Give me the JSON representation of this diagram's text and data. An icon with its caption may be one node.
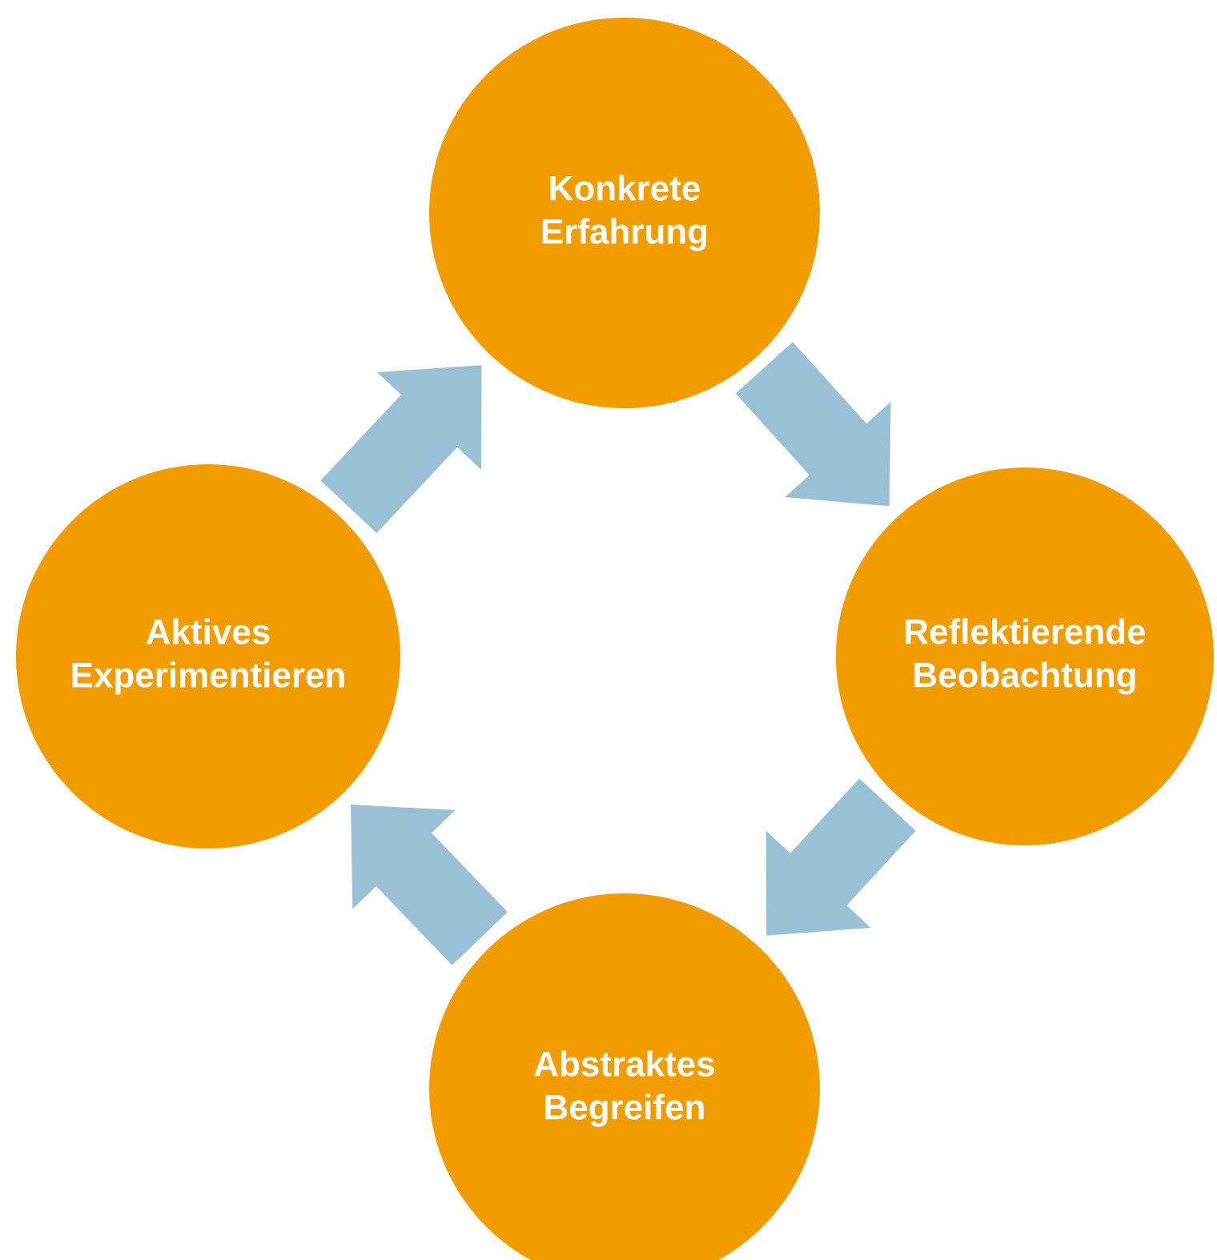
{
  "diagram": {
    "nodes": [
      {
        "text": [
          "Konkrete Erfahrung"
        ]
      },
      {
        "text": [
          "Reflektierende Beobachtung"
        ]
      },
      {
        "text": [
          "Abstraktes Begreifen"
        ]
      },
      {
        "text": [
          "Aktives Experimentieren"
        ]
      }
    ],
    "edges": [
      {
        "from": 0,
        "to": 1,
        "arrow": "to"
      },
      {
        "from": 1,
        "to": 2,
        "arrow": "to"
      },
      {
        "from": 2,
        "to": 3,
        "arrow": "to"
      },
      {
        "from": 3,
        "to": 0,
        "arrow": "to"
      }
    ]
  }
}
